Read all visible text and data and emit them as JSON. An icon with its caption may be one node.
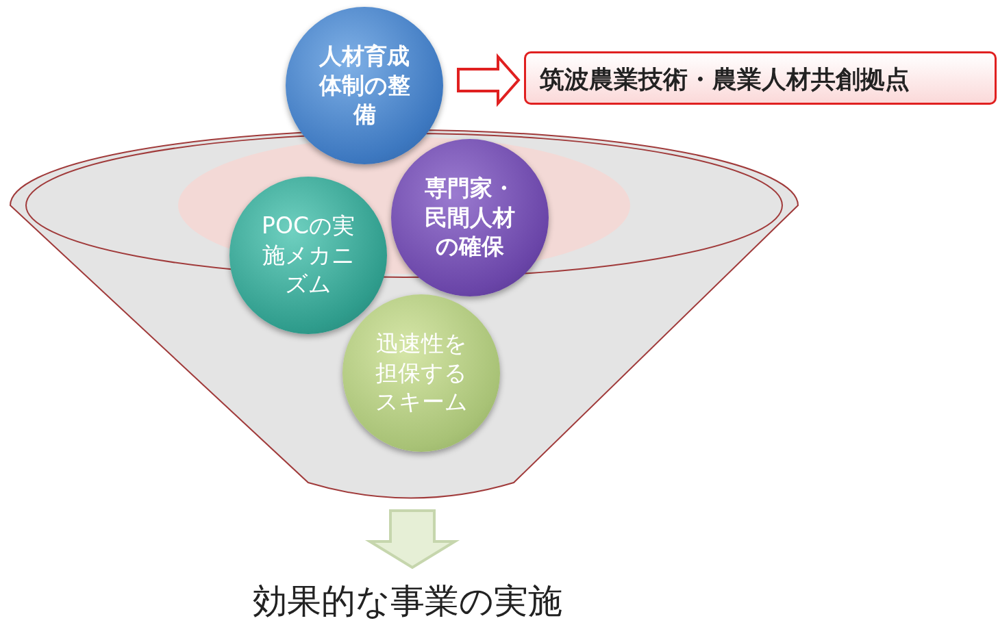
{
  "diagram": {
    "nodes": [
      {
        "text": [],
        "shape": "funnel"
      },
      {
        "text": [
          "人材育成体制の整備"
        ]
      },
      {
        "text": [
          "筑波農業技術・農業人材共創拠点"
        ]
      },
      {
        "text": [
          "POCの実施メカニズム"
        ],
        "in": 0
      },
      {
        "text": [
          "専門家・民間人材の確保"
        ],
        "in": 0
      },
      {
        "text": [
          "迅速性を担保するスキーム"
        ],
        "in": 0
      },
      {
        "text": [
          "効果的な事業の実施"
        ]
      }
    ],
    "edges": [
      {
        "from": 1,
        "to": 2,
        "arrow": "to"
      },
      {
        "from": 0,
        "to": 6,
        "arrow": "to"
      }
    ]
  }
}
